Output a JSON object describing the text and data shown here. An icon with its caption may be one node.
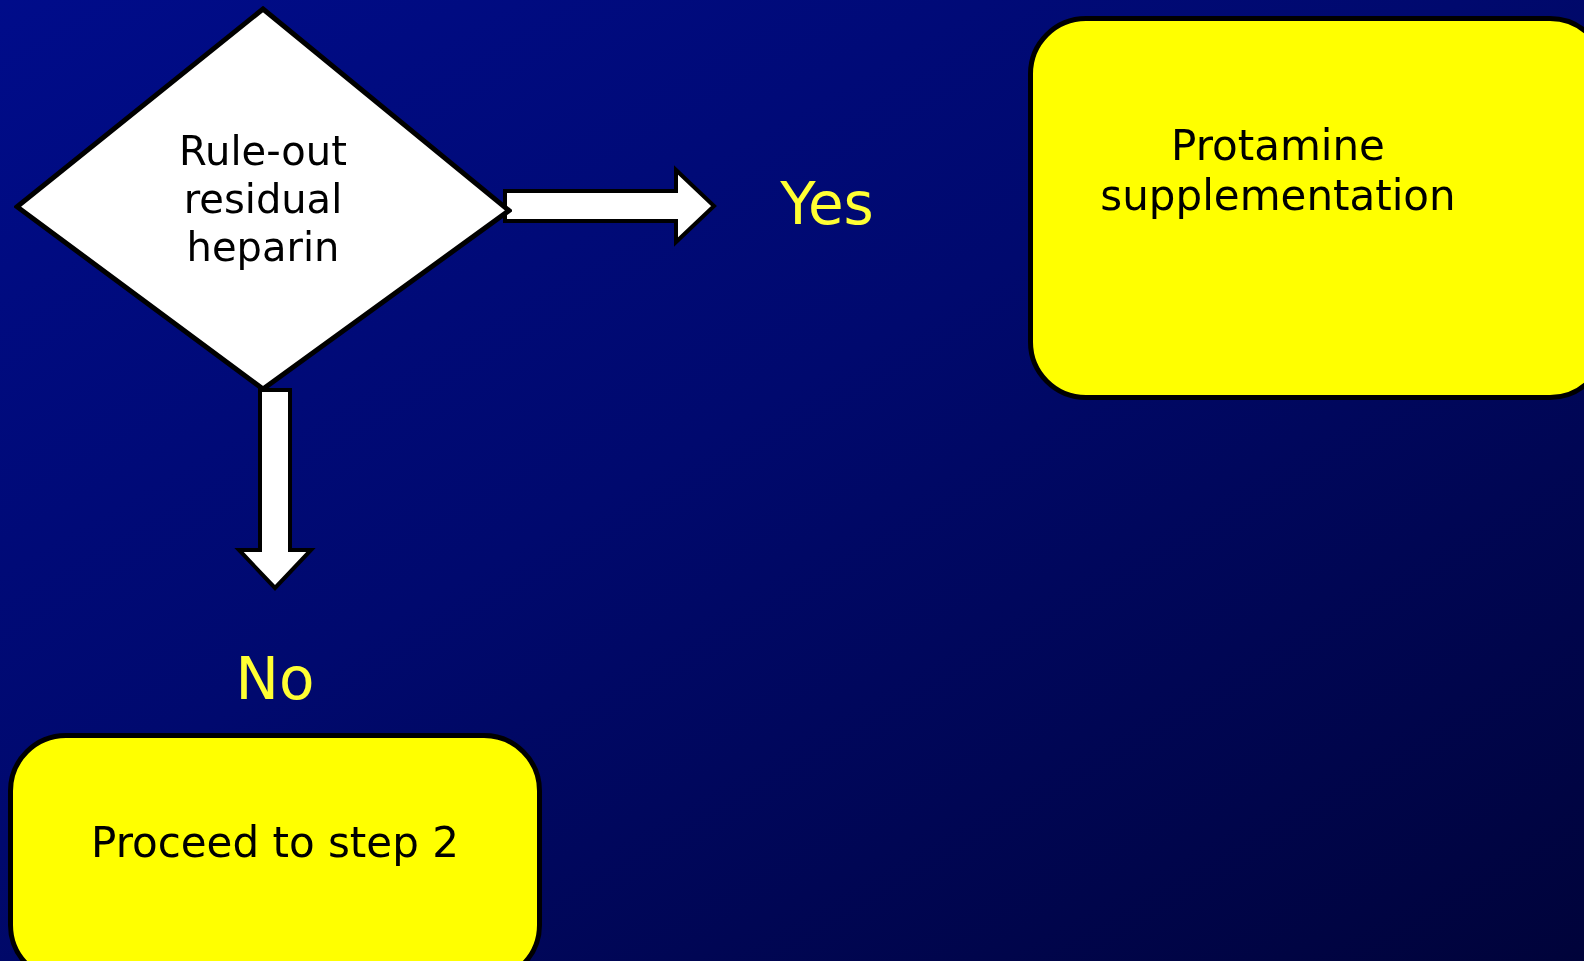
{
  "diagram": {
    "nodes": [
      {
        "text": [
          "Rule-out residual heparin"
        ]
      },
      {
        "text": [
          "Yes"
        ]
      },
      {
        "text": [
          "Protamine supplementation"
        ]
      },
      {
        "text": [
          "No"
        ]
      },
      {
        "text": [
          "Proceed to step 2"
        ]
      }
    ],
    "edges": [
      {
        "from": 0,
        "to": 1,
        "arrow": "to",
        "style": "thick"
      },
      {
        "from": 0,
        "to": 3,
        "arrow": "to",
        "style": "thick"
      }
    ]
  }
}
